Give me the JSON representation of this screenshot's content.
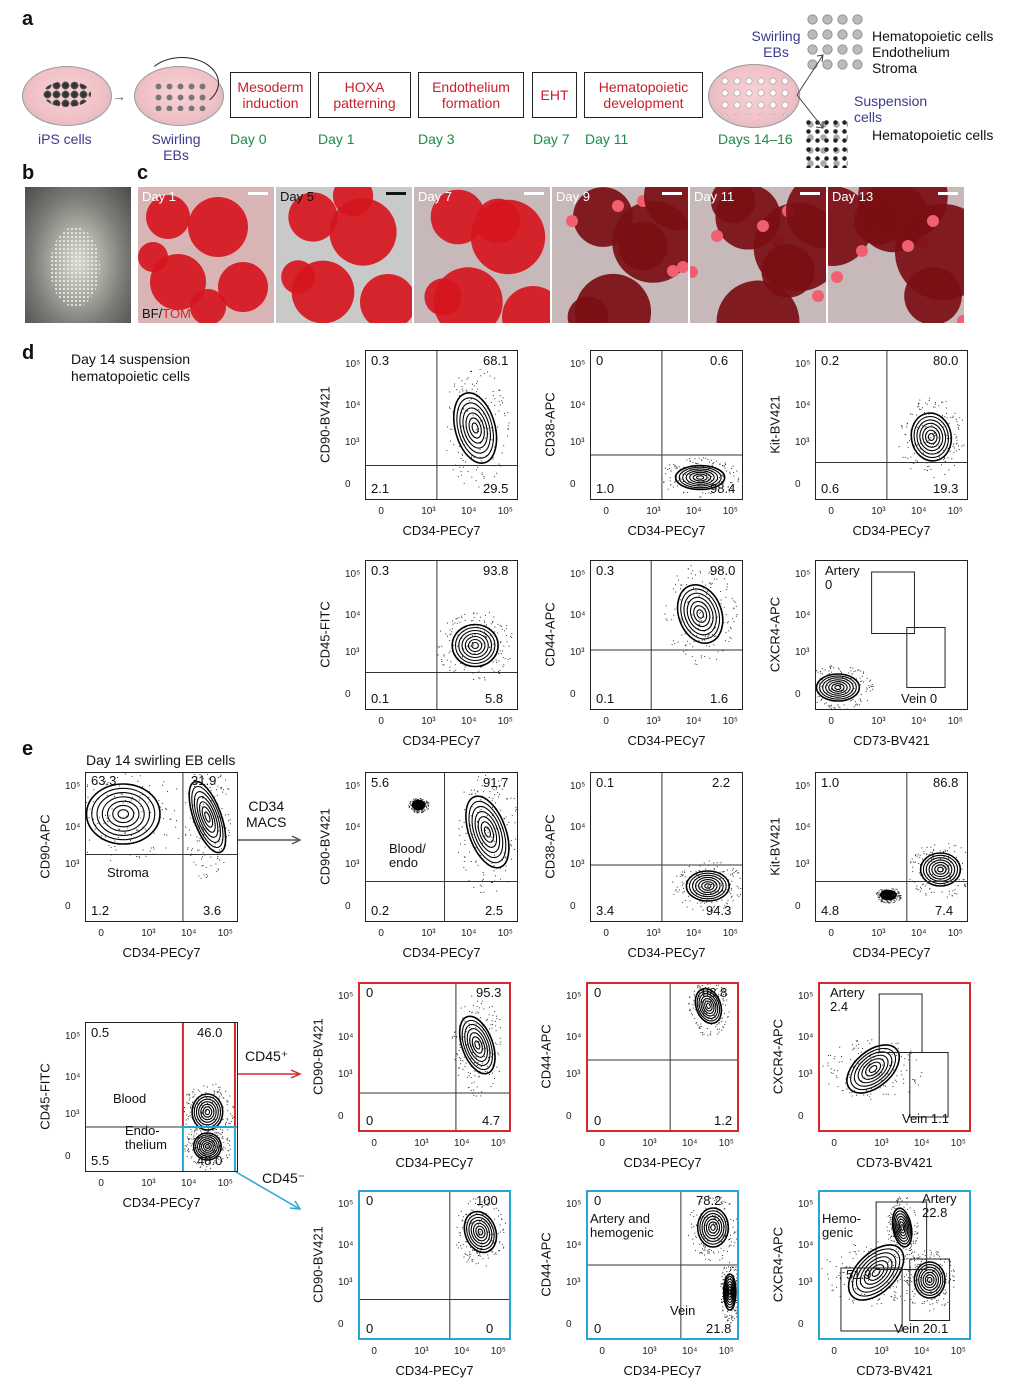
{
  "panel_labels": {
    "a": "a",
    "b": "b",
    "c": "c",
    "d": "d",
    "e": "e"
  },
  "panel_a": {
    "ips_label": "iPS cells",
    "swirling_label": "Swirling EBs",
    "steps": [
      "Mesoderm induction",
      "HOXA patterning",
      "Endothelium formation",
      "EHT",
      "Hematopoietic development"
    ],
    "days": [
      "Day 0",
      "Day 1",
      "Day 3",
      "Day 7",
      "Day 11",
      "Days 14–16"
    ],
    "swirling_ebs": "Swirling EBs",
    "swirling_outputs": "Hematopoietic cells\nEndothelium\nStroma",
    "suspension": "Suspension cells",
    "suspension_outputs": "Hematopoietic cells"
  },
  "panel_c": {
    "days": [
      "Day 1",
      "Day 5",
      "Day 7",
      "Day 9",
      "Day 11",
      "Day 13"
    ],
    "channel_bf": "BF/",
    "channel_tom": "TOM"
  },
  "panel_d": {
    "title": "Day 14 suspension\nhematopoietic cells"
  },
  "panel_e": {
    "title": "Day 14 swirling EB cells",
    "macs": "CD34\nMACS",
    "cd45pos": "CD45⁺",
    "cd45neg": "CD45⁻"
  },
  "ticks": {
    "y": [
      "10⁵",
      "10⁴",
      "10³",
      "0"
    ],
    "x": [
      "0",
      "10³",
      "10⁴",
      "10⁵"
    ]
  },
  "colors": {
    "red": "#d7282f",
    "blue": "#27a6d6",
    "green": "#1c8a4a"
  },
  "plots": [
    {
      "ylabel": "CD90-BV421",
      "xlabel": "CD34-PECy7",
      "labels": [
        "0.3",
        "68.1",
        "2.1",
        "29.5"
      ]
    },
    {
      "ylabel": "CD38-APC",
      "xlabel": "CD34-PECy7",
      "labels": [
        "0",
        "0.6",
        "1.0",
        "98.4"
      ]
    },
    {
      "ylabel": "Kit-BV421",
      "xlabel": "CD34-PECy7",
      "labels": [
        "0.2",
        "80.0",
        "0.6",
        "19.3"
      ]
    },
    {
      "ylabel": "CD45-FITC",
      "xlabel": "CD34-PECy7",
      "labels": [
        "0.3",
        "93.8",
        "0.1",
        "5.8"
      ]
    },
    {
      "ylabel": "CD44-APC",
      "xlabel": "CD34-PECy7",
      "labels": [
        "0.3",
        "98.0",
        "0.1",
        "1.6"
      ]
    },
    {
      "ylabel": "CXCR4-APC",
      "xlabel": "CD73-BV421",
      "labels": [
        "Artery\n0",
        "Vein 0"
      ]
    },
    {
      "ylabel": "CD90-APC",
      "xlabel": "CD34-PECy7",
      "labels": [
        "63.3",
        "31.9",
        "1.2",
        "3.6",
        "Stroma"
      ]
    },
    {
      "ylabel": "CD90-BV421",
      "xlabel": "CD34-PECy7",
      "labels": [
        "5.6",
        "91.7",
        "0.2",
        "2.5",
        "Blood/\nendo"
      ]
    },
    {
      "ylabel": "CD38-APC",
      "xlabel": "CD34-PECy7",
      "labels": [
        "0.1",
        "2.2",
        "3.4",
        "94.3"
      ]
    },
    {
      "ylabel": "Kit-BV421",
      "xlabel": "CD34-PECy7",
      "labels": [
        "1.0",
        "86.8",
        "4.8",
        "7.4"
      ]
    },
    {
      "ylabel": "CD45-FITC",
      "xlabel": "CD34-PECy7",
      "labels": [
        "0.5",
        "46.0",
        "5.5",
        "48.0",
        "Blood",
        "Endo-\nthelium"
      ]
    },
    {
      "ylabel": "CD90-BV421",
      "xlabel": "CD34-PECy7",
      "labels": [
        "0",
        "95.3",
        "0",
        "4.7"
      ]
    },
    {
      "ylabel": "CD44-APC",
      "xlabel": "CD34-PECy7",
      "labels": [
        "0",
        "98.8",
        "0",
        "1.2"
      ]
    },
    {
      "ylabel": "CXCR4-APC",
      "xlabel": "CD73-BV421",
      "labels": [
        "Artery\n2.4",
        "Vein 1.1"
      ]
    },
    {
      "ylabel": "CD90-BV421",
      "xlabel": "CD34-PECy7",
      "labels": [
        "0",
        "100",
        "0",
        "0"
      ]
    },
    {
      "ylabel": "CD44-APC",
      "xlabel": "CD34-PECy7",
      "labels": [
        "0",
        "78.2",
        "0",
        "21.8",
        "Artery and\nhemogenic",
        "Vein"
      ]
    },
    {
      "ylabel": "CXCR4-APC",
      "xlabel": "CD73-BV421",
      "labels": [
        "Hemo-\ngenic",
        "51.9",
        "Artery\n22.8",
        "Vein 20.1"
      ]
    }
  ]
}
